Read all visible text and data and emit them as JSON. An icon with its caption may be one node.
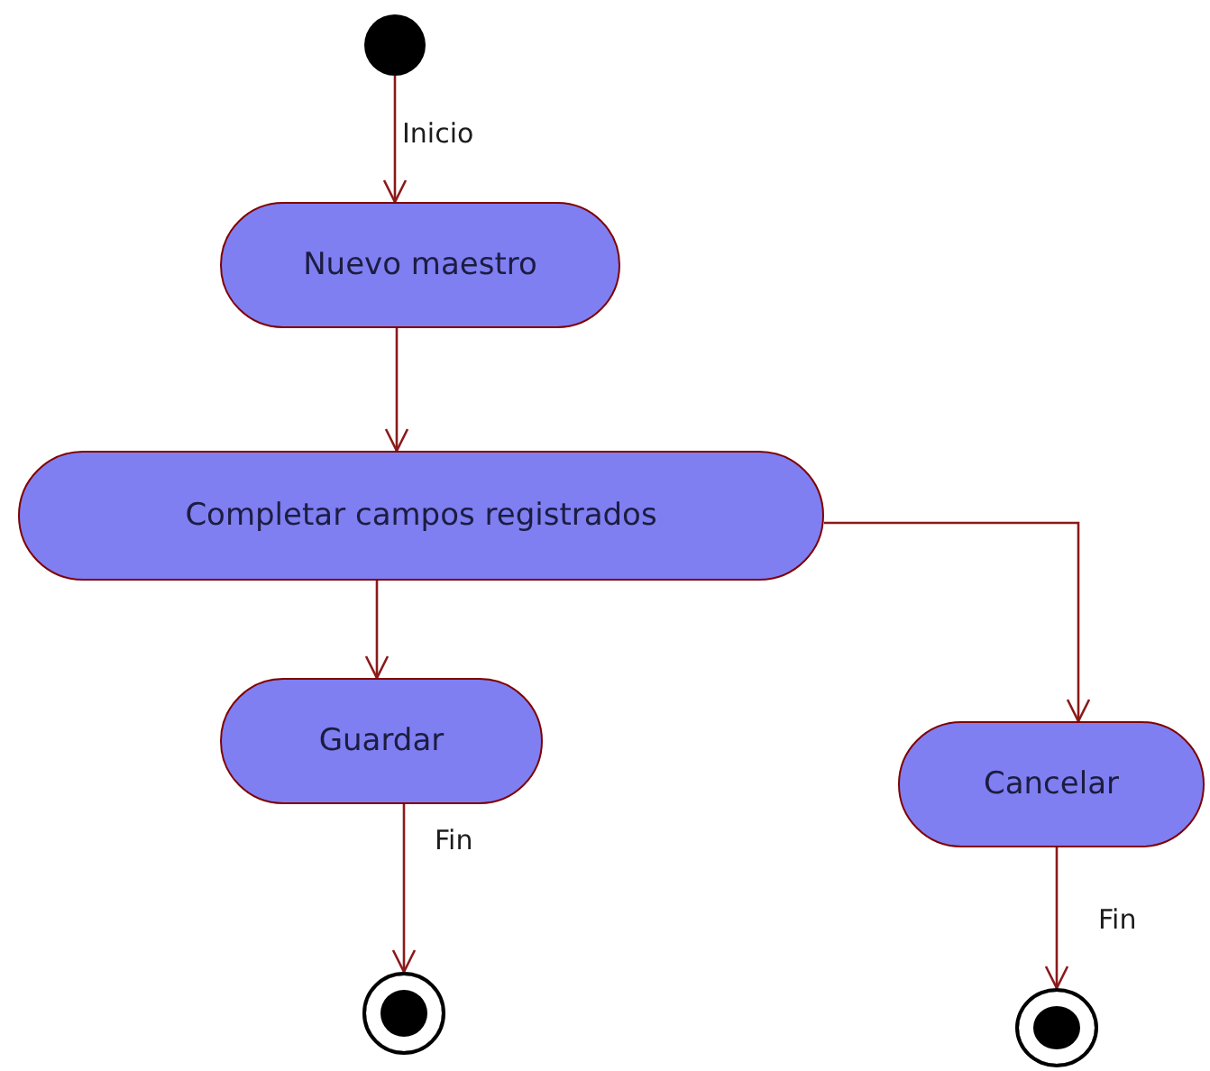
{
  "diagram": {
    "nodes": [
      {
        "text": [],
        "shape": "circle"
      },
      {
        "text": [
          "Nuevo maestro"
        ]
      },
      {
        "text": [
          "Completar campos registrados"
        ]
      },
      {
        "text": [
          "Guardar"
        ]
      },
      {
        "text": [
          "Cancelar"
        ]
      },
      {
        "text": [],
        "shape": "bullseye"
      },
      {
        "text": [],
        "shape": "bullseye"
      }
    ],
    "edges": [
      {
        "from": 0,
        "to": 1,
        "arrow": "to",
        "label": "Inicio"
      },
      {
        "from": 1,
        "to": 2,
        "arrow": "to"
      },
      {
        "from": 2,
        "to": 3,
        "arrow": "to"
      },
      {
        "from": 2,
        "to": 4,
        "arrow": "to"
      },
      {
        "from": 3,
        "to": 5,
        "arrow": "to",
        "label": "Fin"
      },
      {
        "from": 4,
        "to": 6,
        "arrow": "to",
        "label": "Fin"
      }
    ]
  }
}
